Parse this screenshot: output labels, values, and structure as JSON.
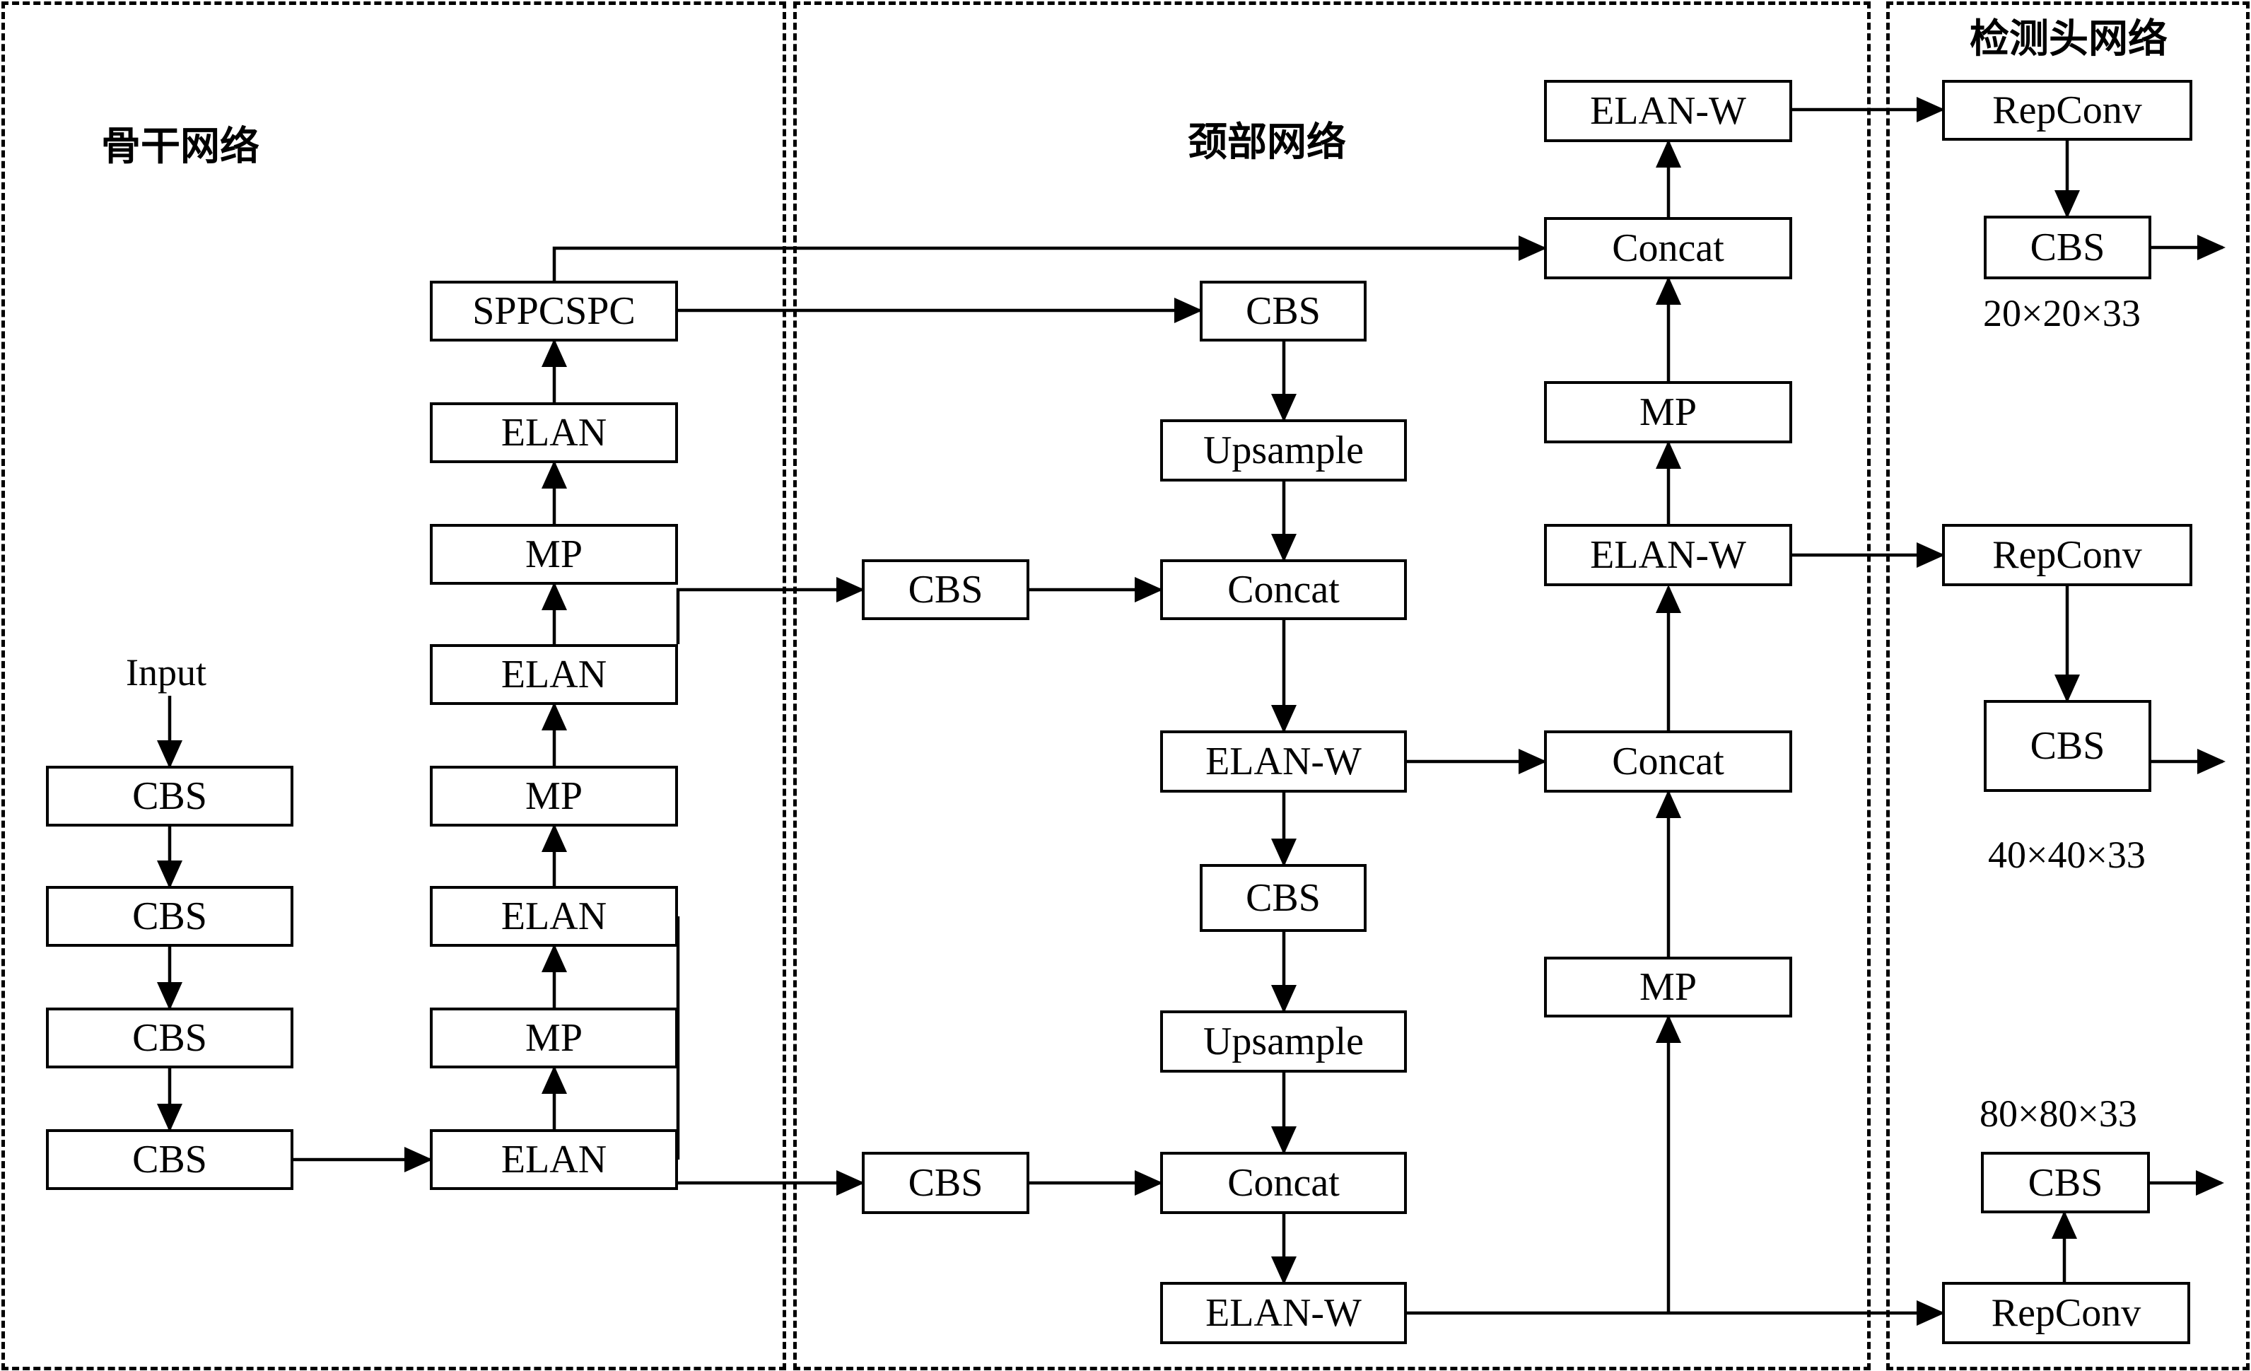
{
  "regions": {
    "backbone": {
      "title": "骨干网络"
    },
    "neck": {
      "title": "颈部网络"
    },
    "head": {
      "title": "检测头网络"
    }
  },
  "backbone": {
    "input_label": "Input",
    "cbs1": "CBS",
    "cbs2": "CBS",
    "cbs3": "CBS",
    "cbs4": "CBS",
    "elan1": "ELAN",
    "mp1": "MP",
    "elan2": "ELAN",
    "mp2": "MP",
    "elan3": "ELAN",
    "mp3": "MP",
    "elan4": "ELAN",
    "sppcspc": "SPPCSPC"
  },
  "neck": {
    "cbs_top": "CBS",
    "upsample1": "Upsample",
    "cbs_lateral1": "CBS",
    "concat1": "Concat",
    "elanw1": "ELAN-W",
    "cbs_mid": "CBS",
    "upsample2": "Upsample",
    "cbs_lateral2": "CBS",
    "concat2": "Concat",
    "elanw2": "ELAN-W",
    "mp_low": "MP",
    "concat3": "Concat",
    "elanw3": "ELAN-W",
    "mp_high": "MP",
    "concat4": "Concat",
    "elanw4": "ELAN-W"
  },
  "head": {
    "repconv_top": "RepConv",
    "cbs_top": "CBS",
    "size_top": "20×20×33",
    "repconv_mid": "RepConv",
    "cbs_mid": "CBS",
    "size_mid": "40×40×33",
    "size_bottom": "80×80×33",
    "cbs_bottom": "CBS",
    "repconv_bottom": "RepConv"
  }
}
